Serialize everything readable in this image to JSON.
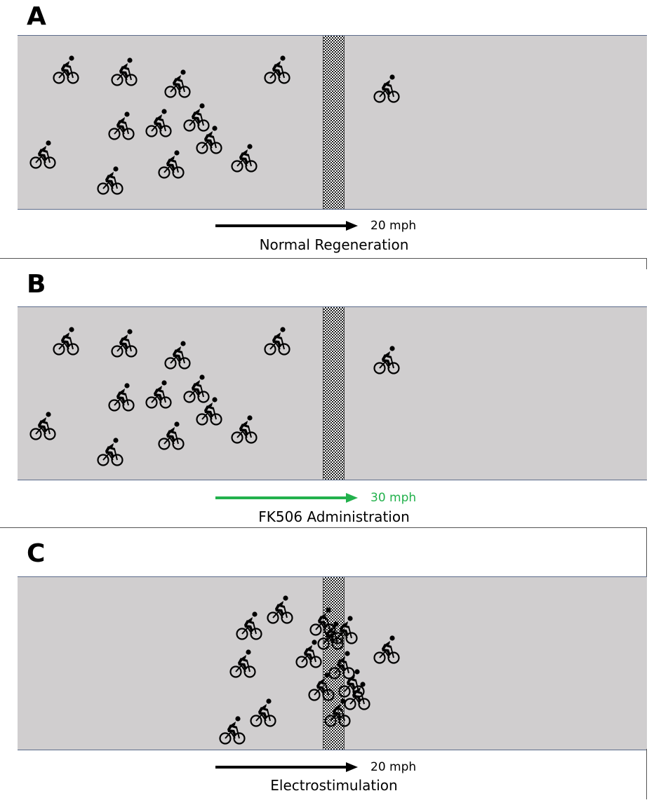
{
  "panels": [
    {
      "id": "A",
      "letter": "A",
      "speed": "20 mph",
      "speed_color": "#000000",
      "caption": "Normal Regeneration",
      "cyclist_count": 13
    },
    {
      "id": "B",
      "letter": "B",
      "speed": "30 mph",
      "speed_color": "#22b14c",
      "caption": "FK506 Administration",
      "cyclist_count": 13
    },
    {
      "id": "C",
      "letter": "C",
      "speed": "20 mph",
      "speed_color": "#000000",
      "caption": "Electrostimulation",
      "cyclist_count": 15
    }
  ],
  "colors": {
    "road": "#d0cecf",
    "cyclist": "#000000",
    "barrier": "checkered"
  },
  "icons": {
    "cyclist": "cyclist-icon",
    "barrier": "checkered-barrier"
  }
}
